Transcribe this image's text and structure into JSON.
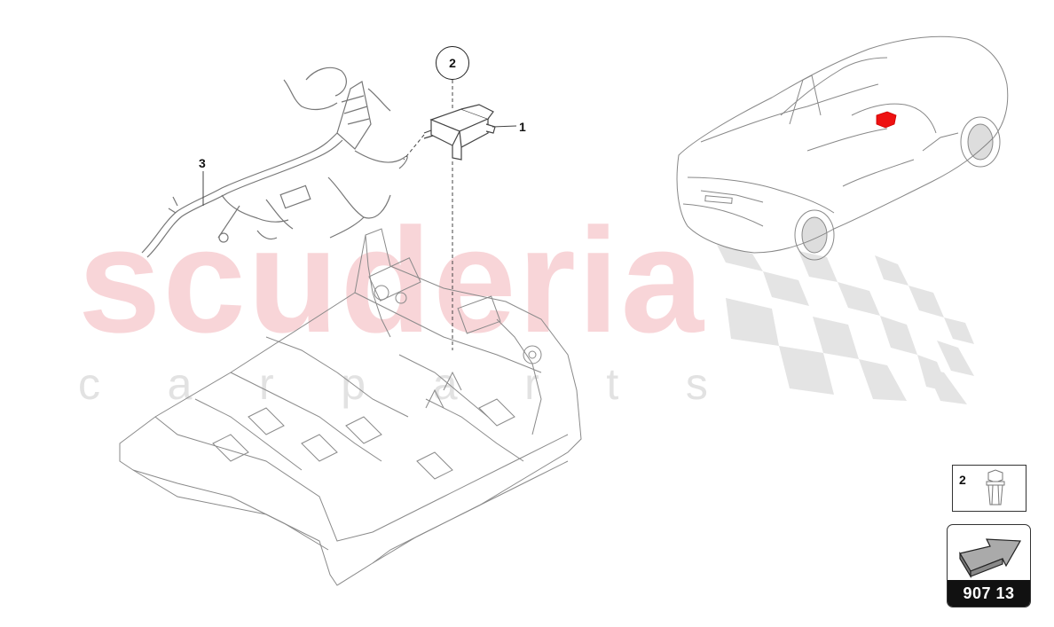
{
  "watermark": {
    "main_text": "scuderia",
    "sub_letters": [
      "c",
      "a",
      "r",
      "p",
      "a",
      "r",
      "t",
      "s"
    ],
    "main_color": "#f8d5d8",
    "sub_color": "#e2e2e2"
  },
  "callouts": {
    "item_1": "1",
    "item_2_circle": "2",
    "item_3": "3"
  },
  "reference_box": {
    "number": "2",
    "icon": "bolt-nut-icon"
  },
  "navigation": {
    "page_code": "907 13",
    "icon": "arrow-forward-icon"
  },
  "colors": {
    "line_art": "#777777",
    "highlight": "#ee1111",
    "checker": "#e4e4e4"
  }
}
